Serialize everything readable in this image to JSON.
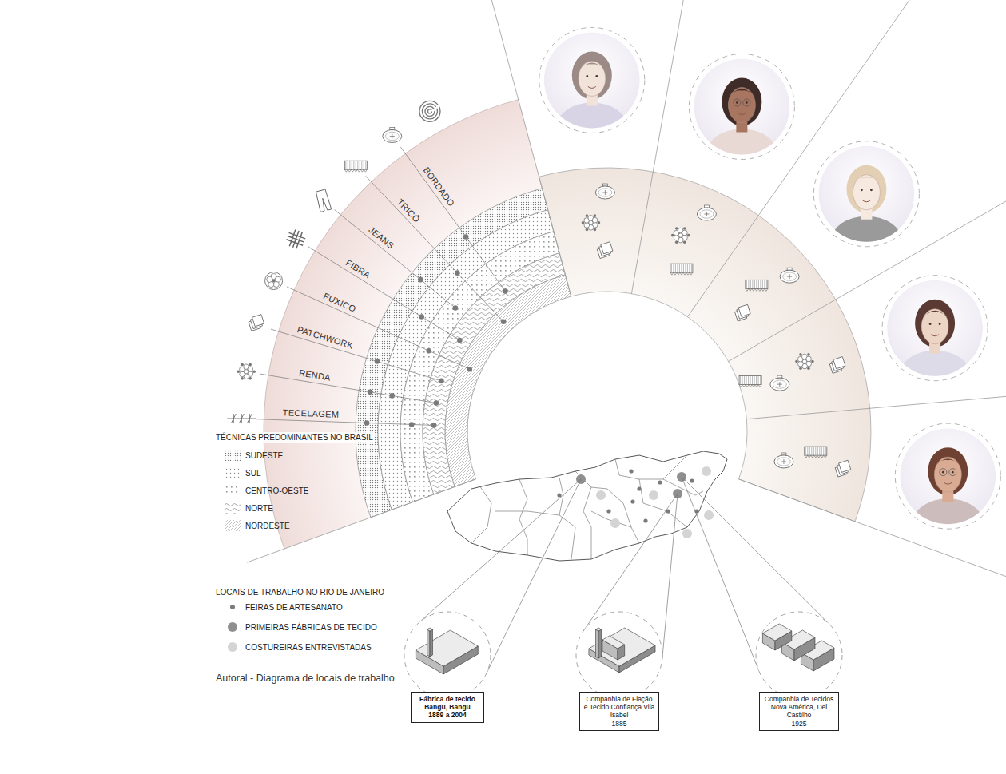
{
  "diagram": {
    "caption": "Autoral - Diagrama de locais de trabalho",
    "nodes": [
      {
        "text": [
          "Fábrica de tecido Bangu, Bangu",
          "1889 a 2004"
        ]
      },
      {
        "text": [
          "Companhia de Fiação e Tecido Confiança Vila Isabel",
          "1885"
        ]
      },
      {
        "text": [
          "Companhia de Tecidos Nova América, Del Castilho",
          "1925"
        ]
      }
    ],
    "labels": [
      "TÉCNICAS PREDOMINANTES NO BRASIL",
      "LOCAIS DE TRABALHO NO RIO DE JANEIRO",
      "BORDADO",
      "TRICÔ",
      "JEANS",
      "FIBRA",
      "FUXICO",
      "PATCHWORK",
      "RENDA",
      "TECELAGEM"
    ],
    "legend": [
      {
        "text": "SUDESTE"
      },
      {
        "text": "SUL"
      },
      {
        "text": "CENTRO-OESTE"
      },
      {
        "text": "NORTE"
      },
      {
        "text": "NORDESTE"
      },
      {
        "text": "FEIRAS DE ARTESANATO",
        "color": "#7a7a7a"
      },
      {
        "text": "PRIMEIRAS FÁBRICAS DE TECIDO",
        "color": "#8f8f8f"
      },
      {
        "text": "COSTUREIRAS ENTREVISTADAS",
        "color": "#d4d4d4"
      }
    ]
  }
}
